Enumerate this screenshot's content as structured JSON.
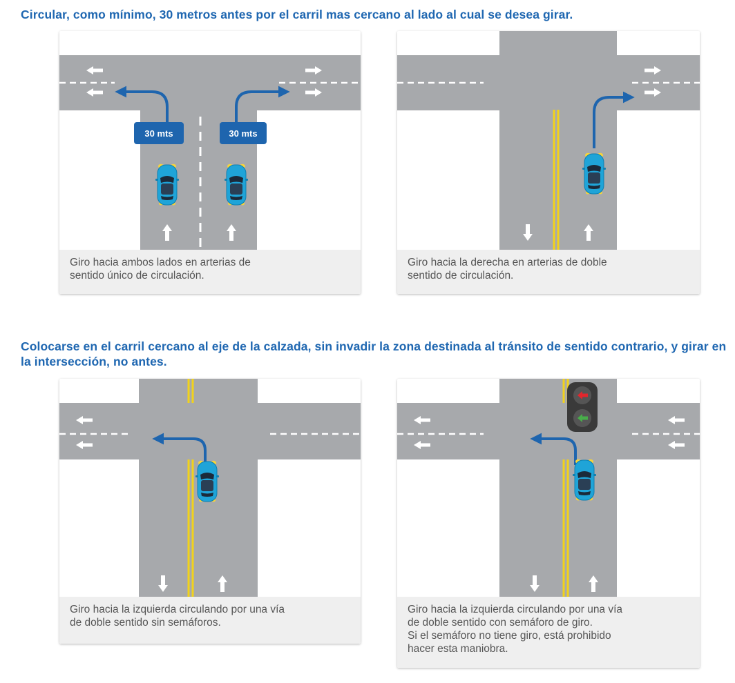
{
  "headings": {
    "one_way_rule": "Circular, como mínimo, 30 metros antes por el carril mas cercano al lado al cual se desea girar.",
    "left_turn_rule": "Colocarse en el carril cercano al eje de la calzada, sin invadir la zona destinada al tránsito de sentido contrario, y girar en la intersección, no antes."
  },
  "panels": {
    "one_way": {
      "caption_lines": [
        "Giro hacia ambos lados en arterias de",
        "sentido único de circulación."
      ],
      "distance_left": "30 mts",
      "distance_right": "30 mts"
    },
    "right_turn": {
      "caption_lines": [
        "Giro hacia la derecha en arterias de doble",
        "sentido de circulación."
      ]
    },
    "left_no_light": {
      "caption_lines": [
        "Giro hacia la izquierda circulando por una vía",
        "de doble sentido sin semáforos."
      ]
    },
    "left_with_light": {
      "caption_lines": [
        "Giro hacia la izquierda circulando por una vía",
        "de doble sentido con semáforo de giro.",
        "Si el semáforo no tiene giro, está prohibido",
        "hacer esta maniobra."
      ]
    }
  },
  "colors": {
    "heading": "#1f67b1",
    "road": "#a7a9ac",
    "lane_marking": "#ffffff",
    "center_line": "#f2d21b",
    "turn_arrow": "#1e65ae",
    "distance_label_bg": "#1e65ae",
    "car_body": "#1fa4d8",
    "turn_signal": "#f6d43b",
    "light_red": "#e3262d",
    "light_green": "#48ad4a",
    "caption_bg": "#efefef",
    "caption_text": "#555555"
  },
  "icons": [
    "straight-arrow-icon",
    "left-arrow-icon",
    "right-arrow-icon",
    "turn-arrow-icon",
    "car-icon",
    "traffic-light-icon"
  ]
}
